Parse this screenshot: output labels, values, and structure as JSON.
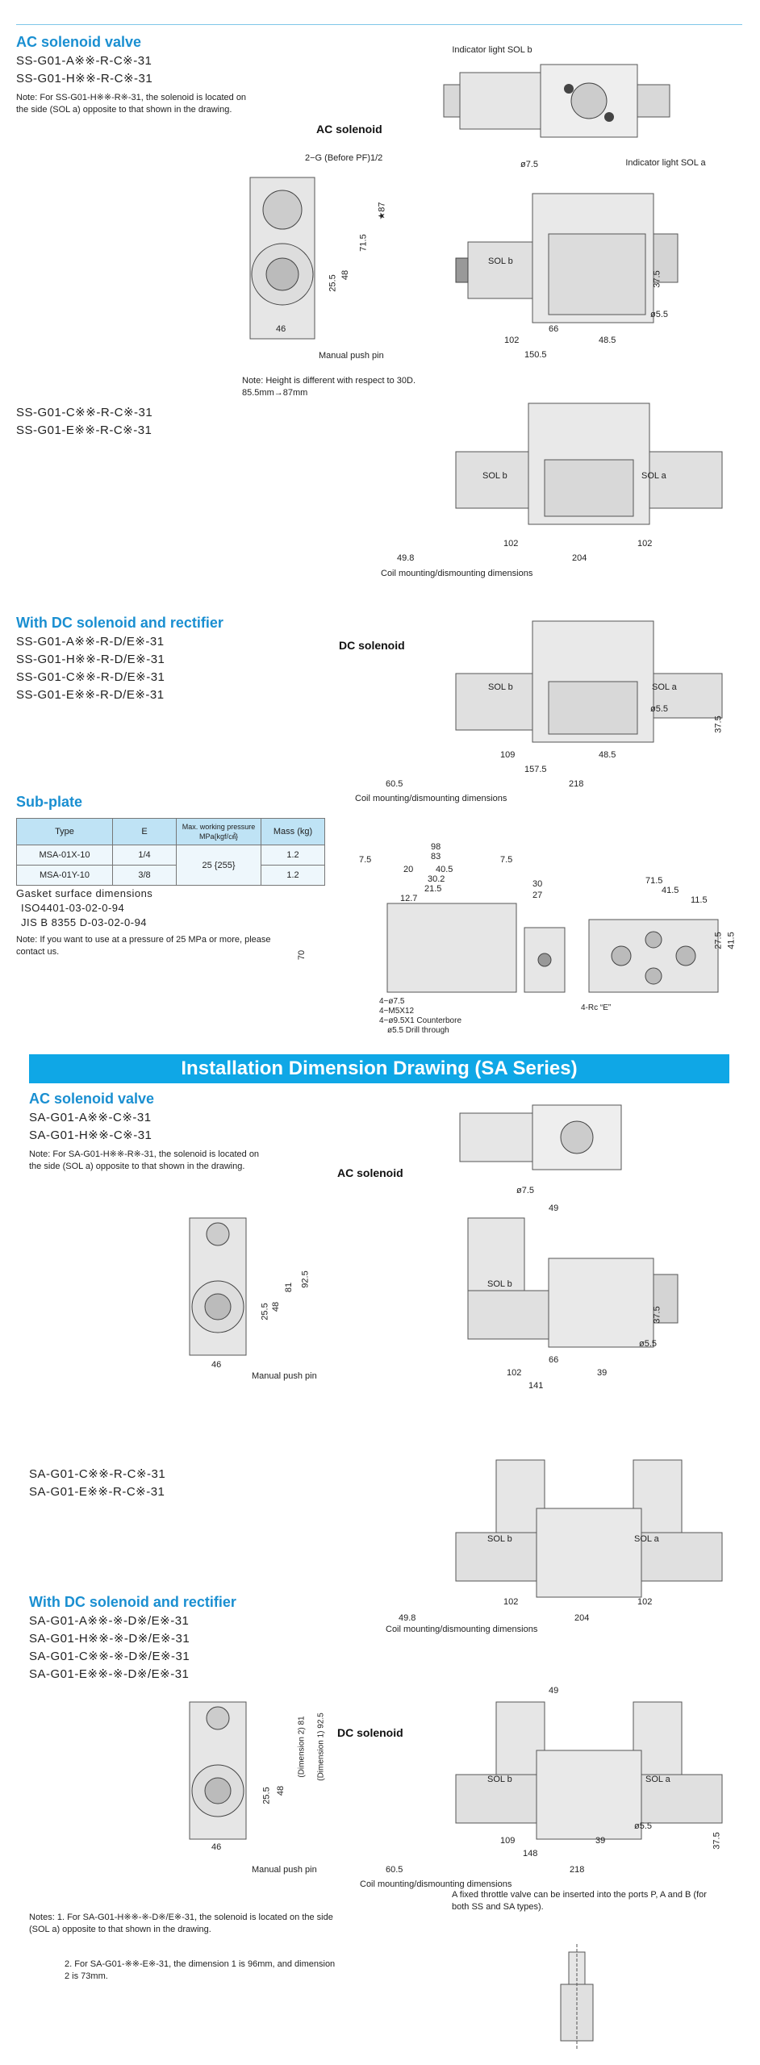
{
  "ss_ac": {
    "heading": "AC solenoid valve",
    "models": [
      "SS-G01-A※※-R-C※-31",
      "SS-G01-H※※-R-C※-31"
    ],
    "note": "Note: For SS-G01-H※※-R※-31, the solenoid is located on the side (SOL a) opposite to that shown in the drawing.",
    "label": "AC solenoid",
    "indicator_b": "Indicator light SOL b",
    "indicator_a": "Indicator light SOL a",
    "port_g": "2−G (Before PF)1/2",
    "manual": "Manual push pin",
    "height_note": "Note: Height is different with respect to 30D. 85.5mm→87mm",
    "dims": {
      "d75": "ø7.5",
      "d55": "ø5.5",
      "h715": "71.5",
      "h87": "★87",
      "h48": "48",
      "h255": "25.5",
      "w46": "46",
      "w102": "102",
      "w485": "48.5",
      "w66": "66",
      "w1505": "150.5",
      "h375": "37.5"
    },
    "sol_b": "SOL b",
    "sol_a": "SOL a"
  },
  "ss_ce": {
    "models": [
      "SS-G01-C※※-R-C※-31",
      "SS-G01-E※※-R-C※-31"
    ],
    "dims": {
      "w498": "49.8",
      "w102a": "102",
      "w204": "204",
      "w102b": "102"
    },
    "caption": "Coil mounting/dismounting dimensions"
  },
  "ss_dc": {
    "heading": "With DC solenoid and rectifier",
    "models": [
      "SS-G01-A※※-R-D/E※-31",
      "SS-G01-H※※-R-D/E※-31",
      "SS-G01-C※※-R-D/E※-31",
      "SS-G01-E※※-R-D/E※-31"
    ],
    "label": "DC solenoid",
    "dims": {
      "w605": "60.5",
      "w109": "109",
      "w1575": "157.5",
      "w218": "218",
      "w485": "48.5",
      "d55": "ø5.5",
      "h375": "37.5"
    },
    "caption": "Coil mounting/dismounting dimensions"
  },
  "subplate": {
    "heading": "Sub-plate",
    "columns": [
      "Type",
      "E",
      "Max. working pressure MPa{kgf/㎠}",
      "Mass (kg)"
    ],
    "rows": [
      [
        "MSA-01X-10",
        "1/4",
        "25 {255}",
        "1.2"
      ],
      [
        "MSA-01Y-10",
        "3/8",
        "",
        "1.2"
      ]
    ],
    "gasket_title": "Gasket surface dimensions",
    "gasket_std1": "ISO4401-03-02-0-94",
    "gasket_std2": "JIS B 8355 D-03-02-0-94",
    "note": "Note: If you want to use at a pressure of 25 MPa or more, please contact us.",
    "dims": {
      "w98": "98",
      "w83": "83",
      "w405": "40.5",
      "w302": "30.2",
      "w215": "21.5",
      "w127": "12.7",
      "w75a": "7.5",
      "w75b": "7.5",
      "w20": "20",
      "w30": "30",
      "w27": "27",
      "w715": "71.5",
      "w415": "41.5",
      "w115": "11.5",
      "h70": "70",
      "h275": "27.5",
      "h415": "41.5"
    },
    "callouts": [
      "4−ø7.5",
      "4−M5X12",
      "4−ø9.5X1 Counterbore",
      "ø5.5 Drill through",
      "4-Rc “E”"
    ]
  },
  "banner": "Installation Dimension Drawing (SA Series)",
  "sa_ac": {
    "heading": "AC solenoid valve",
    "models": [
      "SA-G01-A※※-C※-31",
      "SA-G01-H※※-C※-31"
    ],
    "note": "Note: For SA-G01-H※※-R※-31, the solenoid is located on the side (SOL a) opposite to that shown in the drawing.",
    "label": "AC solenoid",
    "manual": "Manual push pin",
    "dims": {
      "d75": "ø7.5",
      "w49": "49",
      "h925": "92.5",
      "h81": "81",
      "h48": "48",
      "h255": "25.5",
      "w46": "46",
      "w102": "102",
      "w39": "39",
      "w66": "66",
      "w141": "141",
      "h375": "37.5",
      "d55": "ø5.5"
    },
    "sol_b": "SOL b"
  },
  "sa_ce": {
    "models": [
      "SA-G01-C※※-R-C※-31",
      "SA-G01-E※※-R-C※-31"
    ],
    "dims": {
      "w498": "49.8",
      "w102a": "102",
      "w204": "204",
      "w102b": "102"
    },
    "caption": "Coil mounting/dismounting dimensions"
  },
  "sa_dc": {
    "heading": "With DC solenoid and rectifier",
    "models": [
      "SA-G01-A※※-※-D※/E※-31",
      "SA-G01-H※※-※-D※/E※-31",
      "SA-G01-C※※-※-D※/E※-31",
      "SA-G01-E※※-※-D※/E※-31"
    ],
    "label": "DC solenoid",
    "manual": "Manual push pin",
    "dims": {
      "w49": "49",
      "dim2": "(Dimension 2) 81",
      "dim1": "(Dimension 1) 92.5",
      "h48": "48",
      "h255": "25.5",
      "w46": "46",
      "w605": "60.5",
      "w109": "109",
      "w148": "148",
      "w39": "39",
      "w218": "218",
      "d55": "ø5.5",
      "h375": "37.5"
    },
    "caption": "Coil mounting/dismounting dimensions"
  },
  "notes": {
    "n1": "Notes:  1. For SA-G01-H※※-※-D※/E※-31, the solenoid is located on the side (SOL a) opposite to that shown in the drawing.",
    "n2": "2. For SA-G01-※※-E※-31, the dimension 1 is 96mm, and dimension 2 is 73mm.",
    "throttle": "A fixed throttle valve can be inserted into the ports P, A and B (for both SS and SA types)."
  }
}
